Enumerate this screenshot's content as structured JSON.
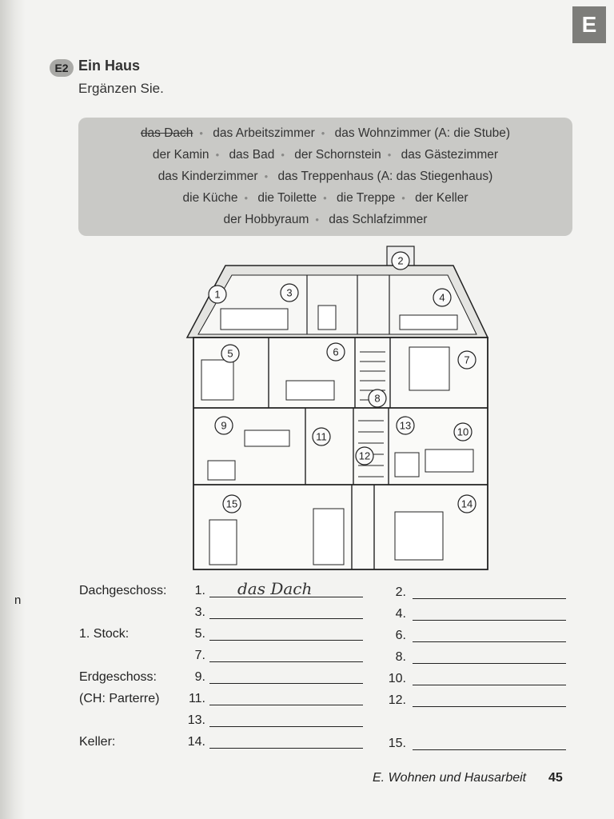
{
  "tab": "E",
  "exercise": {
    "badge": "E2",
    "title": "Ein Haus",
    "instruction": "Ergänzen Sie."
  },
  "wordbox": {
    "lines": [
      [
        "das Dach",
        "das Arbeitszimmer",
        "das Wohnzimmer (A: die Stube)"
      ],
      [
        "der Kamin",
        "das Bad",
        "der Schornstein",
        "das Gästezimmer"
      ],
      [
        "das Kinderzimmer",
        "das Treppenhaus (A: das Stiegenhaus)"
      ],
      [
        "die Küche",
        "die Toilette",
        "die Treppe",
        "der Keller"
      ],
      [
        "der Hobbyraum",
        "das Schlafzimmer"
      ]
    ],
    "struck": "das Dach"
  },
  "house_numbers": [
    "1",
    "2",
    "3",
    "4",
    "5",
    "6",
    "7",
    "8",
    "9",
    "10",
    "11",
    "12",
    "13",
    "14",
    "15"
  ],
  "answers": {
    "floors": [
      "Dachgeschoss:",
      "1. Stock:",
      "Erdgeschoss:",
      "(CH: Parterre)",
      "Keller:"
    ],
    "numbers": [
      "1.",
      "2.",
      "3.",
      "4.",
      "5.",
      "6.",
      "7.",
      "8.",
      "9.",
      "10.",
      "11.",
      "12.",
      "13.",
      "14.",
      "15."
    ],
    "filled": "das Dach"
  },
  "footer": {
    "text": "E. Wohnen und Hausarbeit",
    "page": "45"
  },
  "margin_char": "n"
}
